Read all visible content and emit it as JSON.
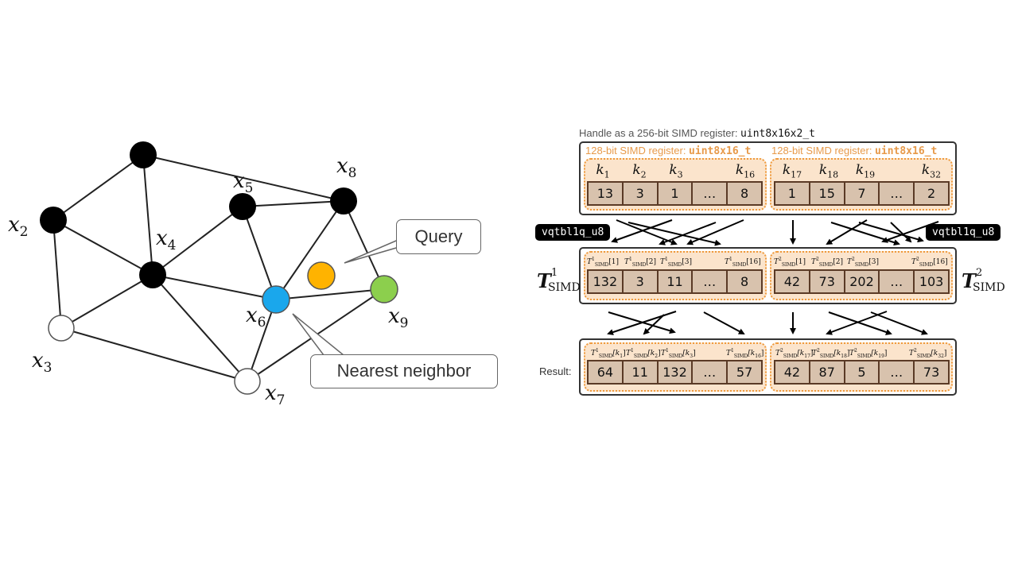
{
  "graph": {
    "node_labels": {
      "x2": {
        "base": "x",
        "sub": "2"
      },
      "x3": {
        "base": "x",
        "sub": "3"
      },
      "x4": {
        "base": "x",
        "sub": "4"
      },
      "x5": {
        "base": "x",
        "sub": "5"
      },
      "x6": {
        "base": "x",
        "sub": "6"
      },
      "x7": {
        "base": "x",
        "sub": "7"
      },
      "x8": {
        "base": "x",
        "sub": "8"
      },
      "x9": {
        "base": "x",
        "sub": "9"
      }
    },
    "query_label": "Query",
    "nearest_label": "Nearest neighbor",
    "colors": {
      "black_node": "#000000",
      "white_node": "#ffffff",
      "query_node": "#ffb300",
      "nearest_node": "#1aa7ec",
      "x9_node": "#8ccf4d"
    }
  },
  "simd": {
    "caption_prefix": "Handle as a 256-bit SIMD register: ",
    "caption_type": "uint8x16x2_t",
    "left_register_label": "128-bit SIMD register: ",
    "left_register_type": "uint8x16_t",
    "right_register_label": "128-bit SIMD register: ",
    "right_register_type": "uint8x16_t",
    "indices_left": [
      {
        "base": "k",
        "sub": "1"
      },
      {
        "base": "k",
        "sub": "2"
      },
      {
        "base": "k",
        "sub": "3"
      },
      {
        "base": "k",
        "sub": "16"
      }
    ],
    "indices_right": [
      {
        "base": "k",
        "sub": "17"
      },
      {
        "base": "k",
        "sub": "18"
      },
      {
        "base": "k",
        "sub": "19"
      },
      {
        "base": "k",
        "sub": "32"
      }
    ],
    "row_keys_left": [
      "13",
      "3",
      "1",
      "…",
      "8"
    ],
    "row_keys_right": [
      "1",
      "15",
      "7",
      "…",
      "2"
    ],
    "instruction": "vqtbl1q_u8",
    "table_left_headers": [
      {
        "base": "T",
        "sup": "1",
        "sub": "SIMD",
        "idx": "[1]"
      },
      {
        "base": "T",
        "sup": "1",
        "sub": "SIMD",
        "idx": "[2]"
      },
      {
        "base": "T",
        "sup": "1",
        "sub": "SIMD",
        "idx": "[3]"
      },
      {
        "base": "T",
        "sup": "1",
        "sub": "SIMD",
        "idx": "[16]"
      }
    ],
    "table_right_headers": [
      {
        "base": "T",
        "sup": "2",
        "sub": "SIMD",
        "idx": "[1]"
      },
      {
        "base": "T",
        "sup": "2",
        "sub": "SIMD",
        "idx": "[2]"
      },
      {
        "base": "T",
        "sup": "2",
        "sub": "SIMD",
        "idx": "[3]"
      },
      {
        "base": "T",
        "sup": "2",
        "sub": "SIMD",
        "idx": "[16]"
      }
    ],
    "table_left_values": [
      "132",
      "3",
      "11",
      "…",
      "8"
    ],
    "table_right_values": [
      "42",
      "73",
      "202",
      "…",
      "103"
    ],
    "table_left_name": {
      "base": "T",
      "sup": "1",
      "sub": "SIMD"
    },
    "table_right_name": {
      "base": "T",
      "sup": "2",
      "sub": "SIMD"
    },
    "result_label": "Result:",
    "result_left_headers": [
      {
        "base": "T",
        "sup": "1",
        "sub": "SIMD",
        "idx": "[k",
        "idxsub": "1",
        "close": "]"
      },
      {
        "base": "T",
        "sup": "1",
        "sub": "SIMD",
        "idx": "[k",
        "idxsub": "2",
        "close": "]"
      },
      {
        "base": "T",
        "sup": "1",
        "sub": "SIMD",
        "idx": "[k",
        "idxsub": "3",
        "close": "]"
      },
      {
        "base": "T",
        "sup": "1",
        "sub": "SIMD",
        "idx": "[k",
        "idxsub": "16",
        "close": "]"
      }
    ],
    "result_right_headers": [
      {
        "base": "T",
        "sup": "2",
        "sub": "SIMD",
        "idx": "[k",
        "idxsub": "17",
        "close": "]"
      },
      {
        "base": "T",
        "sup": "2",
        "sub": "SIMD",
        "idx": "[k",
        "idxsub": "18",
        "close": "]"
      },
      {
        "base": "T",
        "sup": "2",
        "sub": "SIMD",
        "idx": "[k",
        "idxsub": "19",
        "close": "]"
      },
      {
        "base": "T",
        "sup": "2",
        "sub": "SIMD",
        "idx": "[k",
        "idxsub": "32",
        "close": "]"
      }
    ],
    "result_left_values": [
      "64",
      "11",
      "132",
      "…",
      "57"
    ],
    "result_right_values": [
      "42",
      "87",
      "5",
      "…",
      "73"
    ],
    "colors": {
      "register_fill": "#fbe4cc",
      "register_border": "#ef9a3c",
      "cell_fill": "#d8c2ad",
      "cell_border": "#5a3a26"
    }
  }
}
